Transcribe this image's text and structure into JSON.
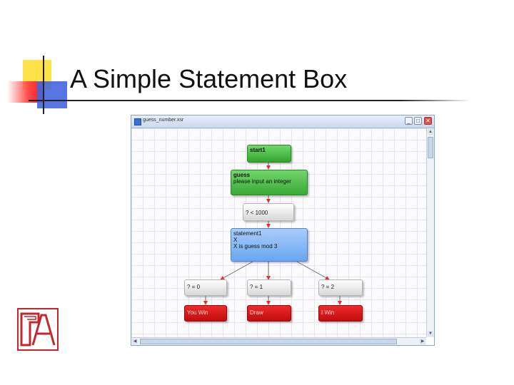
{
  "slide": {
    "title": "A Simple Statement Box"
  },
  "window": {
    "title": "guess_number.xsr",
    "buttons": {
      "minimize": "_",
      "maximize": "□",
      "close": "✕"
    }
  },
  "flowchart": {
    "start": {
      "name": "start1"
    },
    "input": {
      "name": "guess",
      "text": "please input an integer"
    },
    "check": {
      "text": "? < 1000"
    },
    "statement": {
      "name": "statement1",
      "var": "X",
      "expr": "X is guess mod 3"
    },
    "branches": [
      {
        "cond": "? = 0",
        "result": "You Win"
      },
      {
        "cond": "? = 1",
        "result": "Draw"
      },
      {
        "cond": "? = 2",
        "result": "I Win"
      }
    ]
  },
  "colors": {
    "start": "#33a52e",
    "statement": "#6aa6f0",
    "result": "#c10d0d",
    "condition": "#d7d7d7"
  }
}
